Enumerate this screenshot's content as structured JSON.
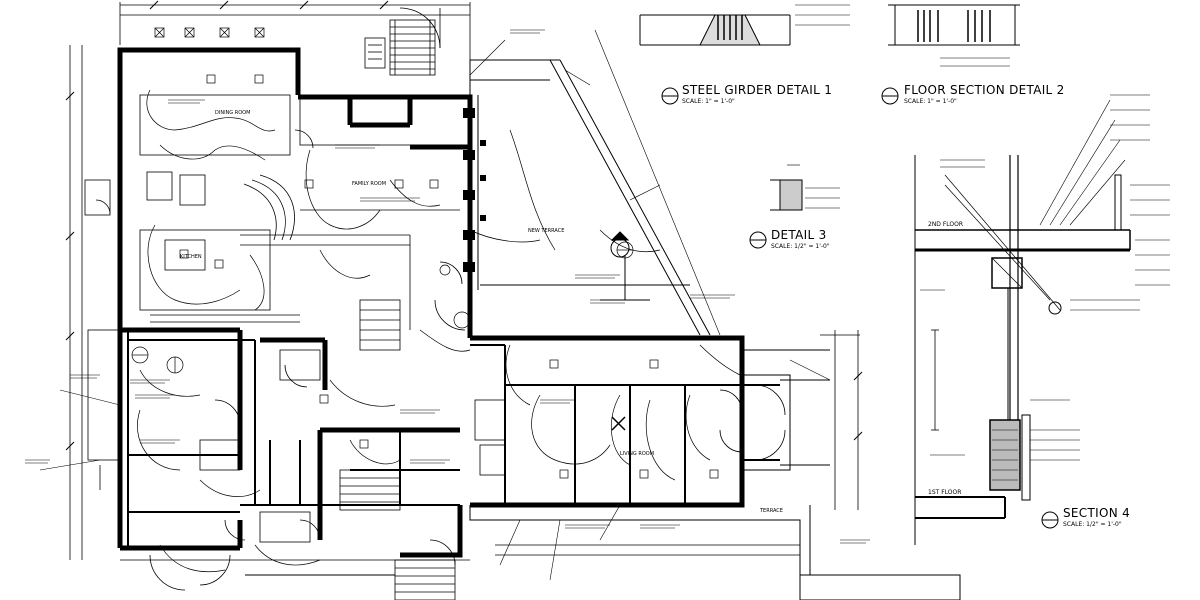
{
  "details": {
    "steel_girder": {
      "title": "STEEL GIRDER DETAIL 1",
      "scale": "SCALE: 1\" = 1'-0\""
    },
    "floor_section": {
      "title": "FLOOR SECTION DETAIL 2",
      "scale": "SCALE: 1\" = 1'-0\""
    },
    "detail3": {
      "title": "DETAIL 3",
      "scale": "SCALE: 1/2\" = 1'-0\""
    },
    "section4": {
      "title": "SECTION 4",
      "scale": "SCALE: 1/2\" = 1'-0\""
    }
  },
  "plan_labels": {
    "dining_room": "DINING ROOM",
    "family_room": "FAMILY ROOM",
    "kitchen": "KITCHEN",
    "new_terrace": "NEW TERRACE",
    "living_room": "LIVING ROOM",
    "terrace": "TERRACE",
    "second_floor": "2ND FLOOR",
    "first_floor": "1ST FLOOR"
  },
  "colors": {
    "ink": "#000000",
    "paper": "#ffffff"
  }
}
